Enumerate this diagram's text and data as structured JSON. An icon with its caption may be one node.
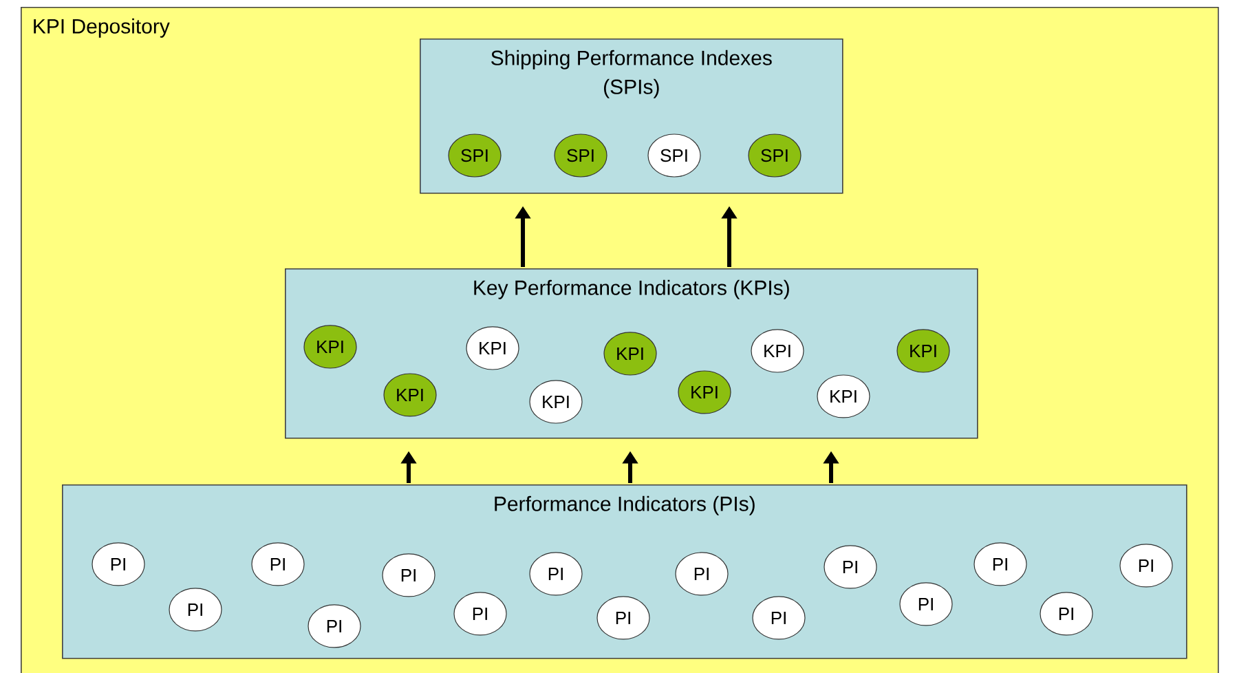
{
  "diagram": {
    "nodes": [
      {
        "text": [
          "KPI Depository"
        ]
      },
      {
        "text": [
          "Shipping Performance Indexes (SPIs)"
        ],
        "in": 0
      },
      {
        "text": [
          "SPI"
        ],
        "in": 1
      },
      {
        "text": [
          "SPI"
        ],
        "in": 1
      },
      {
        "text": [
          "SPI"
        ],
        "in": 1
      },
      {
        "text": [
          "SPI"
        ],
        "in": 1
      },
      {
        "text": [
          "Key Performance Indicators (KPIs)"
        ],
        "in": 0
      },
      {
        "text": [
          "KPI"
        ],
        "in": 6
      },
      {
        "text": [
          "KPI"
        ],
        "in": 6
      },
      {
        "text": [
          "KPI"
        ],
        "in": 6
      },
      {
        "text": [
          "KPI"
        ],
        "in": 6
      },
      {
        "text": [
          "KPI"
        ],
        "in": 6
      },
      {
        "text": [
          "KPI"
        ],
        "in": 6
      },
      {
        "text": [
          "KPI"
        ],
        "in": 6
      },
      {
        "text": [
          "KPI"
        ],
        "in": 6
      },
      {
        "text": [
          "KPI"
        ],
        "in": 6
      },
      {
        "text": [
          "Performance Indicators (PIs)"
        ],
        "in": 0
      },
      {
        "text": [
          "PI"
        ],
        "in": 16
      },
      {
        "text": [
          "PI"
        ],
        "in": 16
      },
      {
        "text": [
          "PI"
        ],
        "in": 16
      },
      {
        "text": [
          "PI"
        ],
        "in": 16
      },
      {
        "text": [
          "PI"
        ],
        "in": 16
      },
      {
        "text": [
          "PI"
        ],
        "in": 16
      },
      {
        "text": [
          "PI"
        ],
        "in": 16
      },
      {
        "text": [
          "PI"
        ],
        "in": 16
      },
      {
        "text": [
          "PI"
        ],
        "in": 16
      },
      {
        "text": [
          "PI"
        ],
        "in": 16
      },
      {
        "text": [
          "PI"
        ],
        "in": 16
      },
      {
        "text": [
          "PI"
        ],
        "in": 16
      },
      {
        "text": [
          "PI"
        ],
        "in": 16
      },
      {
        "text": [
          "PI"
        ],
        "in": 16
      },
      {
        "text": [
          "PI"
        ],
        "in": 16
      }
    ],
    "edges": [
      {
        "from": 6,
        "to": 1,
        "arrow": "to"
      },
      {
        "from": 6,
        "to": 1,
        "arrow": "to"
      },
      {
        "from": 16,
        "to": 6,
        "arrow": "to"
      },
      {
        "from": 16,
        "to": 6,
        "arrow": "to"
      },
      {
        "from": 16,
        "to": 6,
        "arrow": "to"
      }
    ]
  }
}
